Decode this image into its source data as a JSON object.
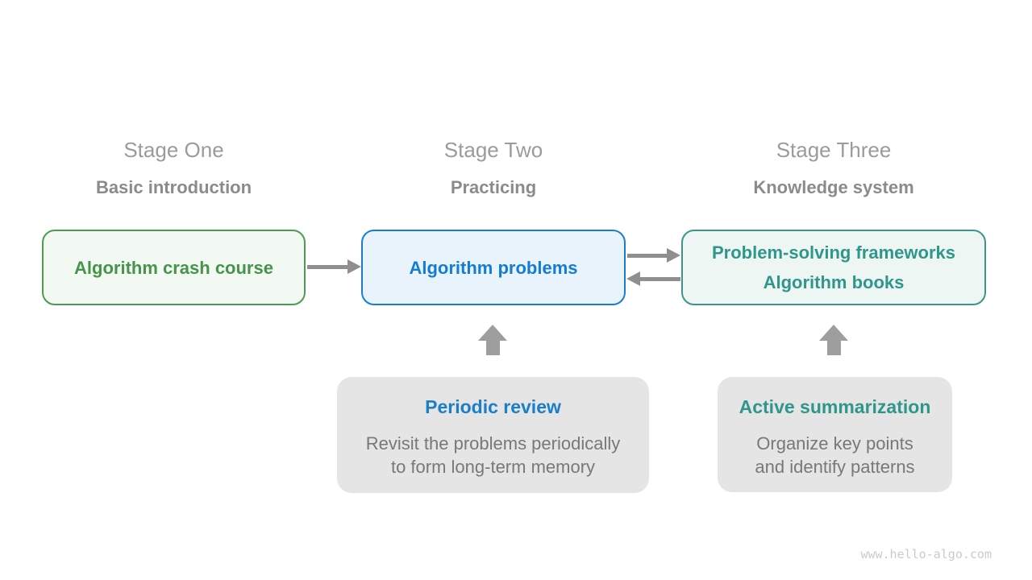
{
  "page": {
    "background": "#ffffff",
    "watermark": "www.hello-algo.com"
  },
  "palette": {
    "green_text": "#47934b",
    "green_border": "#4e9a52",
    "green_bg": "#f2f8f2",
    "blue_text": "#147dd1",
    "blue_border": "#1a7dd0",
    "blue_bg": "#e9f3fc",
    "teal_text": "#2f968c",
    "teal_border": "#3c948b",
    "teal_bg": "#eef6f3",
    "stage_title_gray": "#9b9b9b",
    "stage_subtitle_gray": "#8b8b8b",
    "arrow_gray": "#8f8f8f",
    "up_arrow_gray": "#9e9e9e",
    "note_card_bg": "#e5e5e5",
    "note_body_gray": "#787878",
    "watermark_gray": "#cbcbcb"
  },
  "stages": [
    {
      "title": "Stage One",
      "subtitle": "Basic introduction",
      "box_lines": [
        "Algorithm crash course"
      ]
    },
    {
      "title": "Stage Two",
      "subtitle": "Practicing",
      "box_lines": [
        "Algorithm problems"
      ]
    },
    {
      "title": "Stage Three",
      "subtitle": "Knowledge system",
      "box_lines": [
        "Problem-solving frameworks",
        "Algorithm books"
      ]
    }
  ],
  "notes": [
    {
      "title": "Periodic review",
      "body_lines": [
        "Revisit the problems periodically",
        "to form long-term memory"
      ]
    },
    {
      "title": "Active summarization",
      "body_lines": [
        "Organize key points",
        "and identify patterns"
      ]
    }
  ]
}
